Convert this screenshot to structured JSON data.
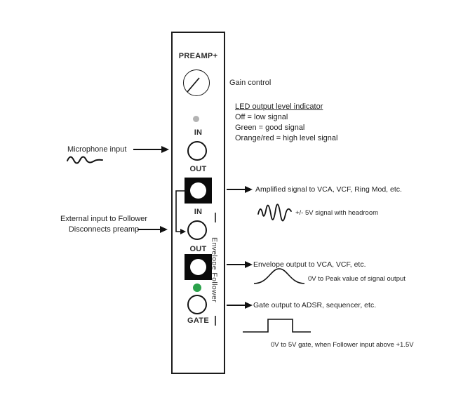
{
  "panel": {
    "title": "PREAMP+",
    "labels": {
      "in1": "IN",
      "out1": "OUT",
      "in2": "IN",
      "out2": "OUT",
      "gate": "GATE"
    },
    "side_label": "Envelope Follower"
  },
  "annotations": {
    "gain_control": "Gain control",
    "led_indicator_title": "LED output level indicator",
    "led_lines": [
      "Off = low signal",
      "Green = good signal",
      "Orange/red = high level signal"
    ],
    "microphone_input": "Microphone input",
    "external_input_line1": "External input to Follower",
    "external_input_line2": "Disconnects preamp",
    "amplified_signal": "Amplified signal to VCA, VCF, Ring Mod, etc.",
    "signal_headroom": "+/- 5V signal with headroom",
    "envelope_output": "Envelope output to VCA, VCF, etc.",
    "envelope_range": "0V to Peak value of signal output",
    "gate_output": "Gate output to ADSR, sequencer, etc.",
    "gate_range": "0V to 5V gate, when Follower input above +1.5V"
  },
  "colors": {
    "line": "#111111",
    "text": "#222222",
    "led_off": "#b3b3b3",
    "led_green": "#2ba24b"
  }
}
